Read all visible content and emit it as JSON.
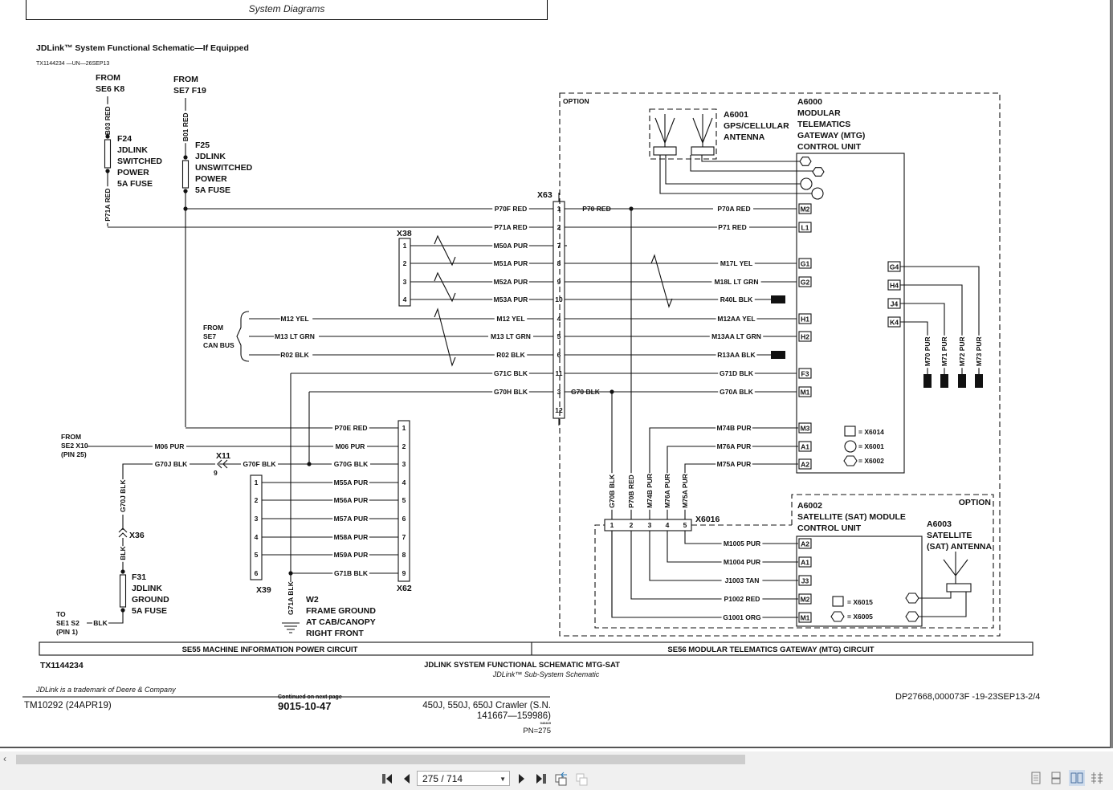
{
  "page": {
    "header": "System Diagrams",
    "title": "JDLink™ System Functional Schematic—If Equipped",
    "figure_id": "TX1144234 —UN—26SEP13",
    "sources": {
      "se6": [
        "FROM",
        "SE6 K8"
      ],
      "se7": [
        "FROM",
        "SE7 F19"
      ],
      "canbus": [
        "FROM",
        "SE7",
        "CAN BUS"
      ],
      "se2": [
        "FROM",
        "SE2 X10",
        "(PIN 25)"
      ],
      "se1": [
        "TO",
        "SE1 S2",
        "(PIN 1)"
      ]
    },
    "fuses": {
      "f24": [
        "F24",
        "JDLINK",
        "SWITCHED",
        "POWER",
        "5A FUSE"
      ],
      "f25": [
        "F25",
        "JDLINK",
        "UNSWITCHED",
        "POWER",
        "5A FUSE"
      ],
      "f31": [
        "F31",
        "JDLINK",
        "GROUND",
        "5A FUSE"
      ]
    },
    "components": {
      "a6000": [
        "A6000",
        "MODULAR",
        "TELEMATICS",
        "GATEWAY (MTG)",
        "CONTROL UNIT"
      ],
      "a6001": [
        "A6001",
        "GPS/CELLULAR",
        "ANTENNA"
      ],
      "a6002": [
        "A6002",
        "SATELLITE (SAT) MODULE",
        "CONTROL UNIT"
      ],
      "a6003": [
        "A6003",
        "SATELLITE",
        "(SAT) ANTENNA"
      ],
      "w2": [
        "W2",
        "FRAME GROUND",
        "AT CAB/CANOPY",
        "RIGHT FRONT"
      ],
      "option1": "OPTION",
      "option2": "OPTION"
    },
    "connectors": {
      "x63": "X63",
      "x38": "X38",
      "x39": "X39",
      "x62": "X62",
      "x11": "X11",
      "x11_pin": "9",
      "x36": "X36",
      "x6016": "X6016"
    },
    "wires_vertical": {
      "b03": "B03 RED",
      "p71a": "P71A RED",
      "b01": "B01 RED",
      "g70j": "G70J BLK",
      "blk": "BLK",
      "g71a": "G71A BLK",
      "g70b": "G70B BLK",
      "p70b": "P70B RED",
      "m74b": "M74B PUR",
      "m76a": "M76A PUR",
      "m75a": "M75A PUR",
      "m70": "M70 PUR",
      "m71": "M71 PUR",
      "m72": "M72 PUR",
      "m73": "M73 PUR"
    },
    "x63_rows": [
      {
        "pin": "1",
        "left": "P70F RED",
        "right": "P70A RED",
        "mtg_pin": "M2"
      },
      {
        "pin": "2",
        "left": "P71A RED",
        "right": "P71 RED",
        "mtg_pin": "L1"
      },
      {
        "pin": "7",
        "left": "M50A PUR",
        "right": "",
        "mtg_pin": ""
      },
      {
        "pin": "8",
        "left": "M51A PUR",
        "right": "M17L YEL",
        "mtg_pin": "G1"
      },
      {
        "pin": "9",
        "left": "M52A PUR",
        "right": "M18L LT GRN",
        "mtg_pin": "G2"
      },
      {
        "pin": "10",
        "left": "M53A PUR",
        "right": "R40L BLK",
        "mtg_pin": ""
      },
      {
        "pin": "4",
        "left": "M12 YEL",
        "right": "M12AA YEL",
        "mtg_pin": "H1"
      },
      {
        "pin": "5",
        "left": "M13 LT GRN",
        "right": "M13AA LT GRN",
        "mtg_pin": "H2"
      },
      {
        "pin": "6",
        "left": "R02 BLK",
        "right": "R13AA BLK",
        "mtg_pin": ""
      },
      {
        "pin": "11",
        "left": "G71C BLK",
        "right": "G71D BLK",
        "mtg_pin": "F3"
      },
      {
        "pin": "3",
        "left": "G70H BLK",
        "right": "G70A BLK",
        "mtg_pin": "M1"
      },
      {
        "pin": "12",
        "left": "",
        "right": "",
        "mtg_pin": ""
      }
    ],
    "x63_mid_labels": {
      "p70": "P70 RED",
      "g70": "G70 BLK"
    },
    "x38_pins": [
      "1",
      "2",
      "3",
      "4"
    ],
    "canbus_wires": [
      "M12 YEL",
      "M13 LT GRN",
      "R02 BLK"
    ],
    "x62_rows": [
      {
        "pin": "1",
        "label": "P70E RED"
      },
      {
        "pin": "2",
        "label": "M06 PUR"
      },
      {
        "pin": "3",
        "label": "G70G BLK"
      },
      {
        "pin": "4",
        "label": "M55A PUR"
      },
      {
        "pin": "5",
        "label": "M56A PUR"
      },
      {
        "pin": "6",
        "label": "M57A PUR"
      },
      {
        "pin": "7",
        "label": "M58A PUR"
      },
      {
        "pin": "8",
        "label": "M59A PUR"
      },
      {
        "pin": "9",
        "label": "G71B BLK"
      }
    ],
    "x39_pins": [
      "1",
      "2",
      "3",
      "4",
      "5",
      "6"
    ],
    "left_wires": {
      "m06": "M06 PUR",
      "g70j": "G70J BLK",
      "g70f": "G70F BLK",
      "blk": "BLK"
    },
    "mtg_lower": [
      {
        "label": "M74B PUR",
        "pin": "M3"
      },
      {
        "label": "M76A PUR",
        "pin": "A1"
      },
      {
        "label": "M75A PUR",
        "pin": "A2"
      }
    ],
    "mtg_right_pins": [
      "G4",
      "H4",
      "J4",
      "K4"
    ],
    "mtg_legend": [
      "= X6014",
      "= X6001",
      "= X6002"
    ],
    "x6016_pins": [
      "1",
      "2",
      "3",
      "4",
      "5"
    ],
    "sat_rows": [
      {
        "label": "M1005 PUR",
        "pin": "A2"
      },
      {
        "label": "M1004 PUR",
        "pin": "A1"
      },
      {
        "label": "J1003 TAN",
        "pin": "J3"
      },
      {
        "label": "P1002 RED",
        "pin": "M2"
      },
      {
        "label": "G1001 ORG",
        "pin": "M1"
      }
    ],
    "sat_legend": [
      "= X6015",
      "= X6005"
    ],
    "circuits": {
      "se55": "SE55 MACHINE INFORMATION POWER CIRCUIT",
      "se56": "SE56 MODULAR TELEMATICS GATEWAY (MTG) CIRCUIT"
    },
    "footer": {
      "fig_id": "TX1144234",
      "caption": "JDLINK SYSTEM FUNCTIONAL SCHEMATIC MTG-SAT",
      "subcaption": "JDLink™ Sub-System Schematic",
      "trademark": "JDLink is a trademark of Deere & Company",
      "doc_ref": "DP27668,000073F -19-23SEP13-2/4",
      "manual": "TM10292 (24APR19)",
      "continued": "Continued on next page",
      "page_code": "9015-10-47",
      "model_line1": "450J, 550J, 650J Crawler (S.N.",
      "model_line2": "141667—159986)",
      "small_code": "043419",
      "pn": "PN=275"
    }
  },
  "viewer": {
    "page_indicator": "275 / 714",
    "current_page": 275,
    "total_pages": 714,
    "hscroll_fraction": 0.66,
    "active_view_mode": "two-page",
    "buttons": {
      "first": "first-page",
      "prev": "previous-page",
      "next": "next-page",
      "last": "last-page"
    }
  }
}
